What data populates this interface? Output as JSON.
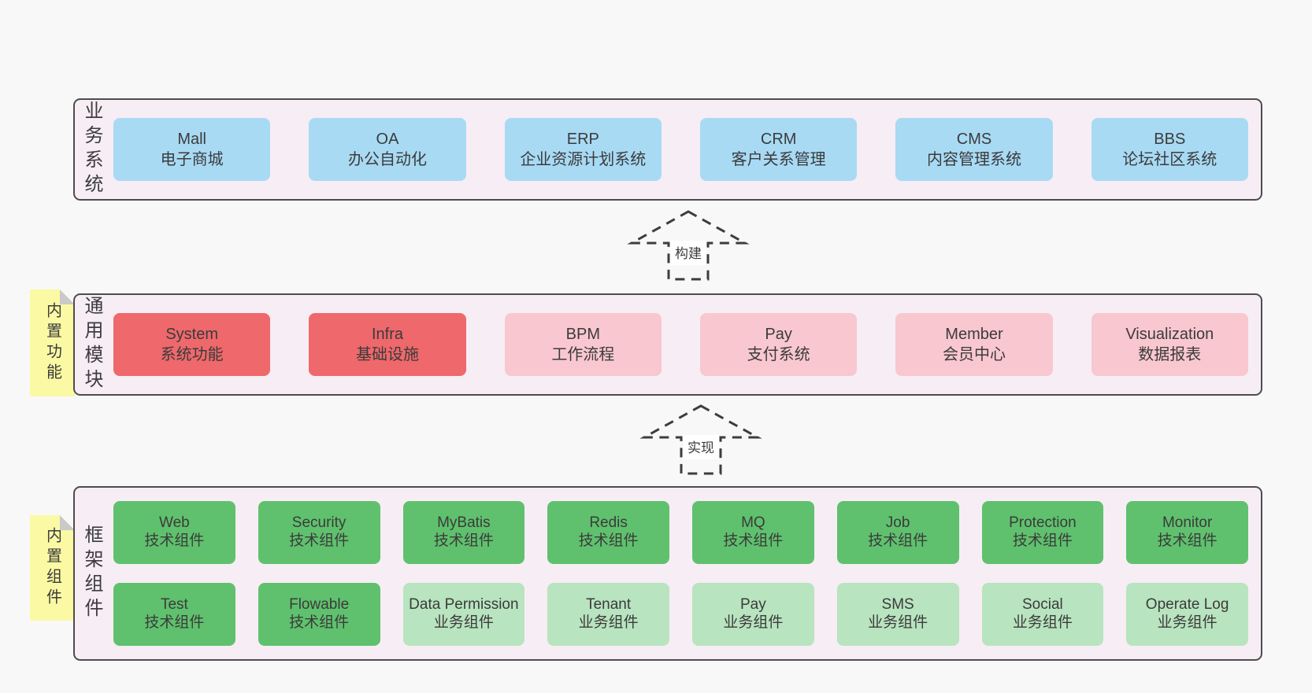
{
  "colors": {
    "page_bg": "#f8f8f8",
    "section_bg": "#f7edf4",
    "section_border": "#4d4d4d",
    "blue": "#a8daf4",
    "red": "#ef686b",
    "pink": "#f9c7cf",
    "green": "#5fc16d",
    "lightgreen": "#b8e4bf",
    "note_yellow": "#fbf9a3",
    "note_fold": "#c9c9c9",
    "text": "#3b3b3b"
  },
  "sections": [
    {
      "label": "业务系统",
      "rows": [
        [
          {
            "en": "Mall",
            "zh": "电子商城",
            "color": "blue"
          },
          {
            "en": "OA",
            "zh": "办公自动化",
            "color": "blue"
          },
          {
            "en": "ERP",
            "zh": "企业资源计划系统",
            "color": "blue"
          },
          {
            "en": "CRM",
            "zh": "客户关系管理",
            "color": "blue"
          },
          {
            "en": "CMS",
            "zh": "内容管理系统",
            "color": "blue"
          },
          {
            "en": "BBS",
            "zh": "论坛社区系统",
            "color": "blue"
          }
        ]
      ]
    },
    {
      "label": "通用模块",
      "rows": [
        [
          {
            "en": "System",
            "zh": "系统功能",
            "color": "red"
          },
          {
            "en": "Infra",
            "zh": "基础设施",
            "color": "red"
          },
          {
            "en": "BPM",
            "zh": "工作流程",
            "color": "pink"
          },
          {
            "en": "Pay",
            "zh": "支付系统",
            "color": "pink"
          },
          {
            "en": "Member",
            "zh": "会员中心",
            "color": "pink"
          },
          {
            "en": "Visualization",
            "zh": "数据报表",
            "color": "pink"
          }
        ]
      ]
    },
    {
      "label": "框架组件",
      "rows": [
        [
          {
            "en": "Web",
            "zh": "技术组件",
            "color": "green"
          },
          {
            "en": "Security",
            "zh": "技术组件",
            "color": "green"
          },
          {
            "en": "MyBatis",
            "zh": "技术组件",
            "color": "green"
          },
          {
            "en": "Redis",
            "zh": "技术组件",
            "color": "green"
          },
          {
            "en": "MQ",
            "zh": "技术组件",
            "color": "green"
          },
          {
            "en": "Job",
            "zh": "技术组件",
            "color": "green"
          },
          {
            "en": "Protection",
            "zh": "技术组件",
            "color": "green"
          },
          {
            "en": "Monitor",
            "zh": "技术组件",
            "color": "green"
          }
        ],
        [
          {
            "en": "Test",
            "zh": "技术组件",
            "color": "green"
          },
          {
            "en": "Flowable",
            "zh": "技术组件",
            "color": "green"
          },
          {
            "en": "Data Permission",
            "zh": "业务组件",
            "color": "lightgreen"
          },
          {
            "en": "Tenant",
            "zh": "业务组件",
            "color": "lightgreen"
          },
          {
            "en": "Pay",
            "zh": "业务组件",
            "color": "lightgreen"
          },
          {
            "en": "SMS",
            "zh": "业务组件",
            "color": "lightgreen"
          },
          {
            "en": "Social",
            "zh": "业务组件",
            "color": "lightgreen"
          },
          {
            "en": "Operate Log",
            "zh": "业务组件",
            "color": "lightgreen"
          }
        ]
      ]
    }
  ],
  "notes": [
    {
      "text": "内置功能"
    },
    {
      "text": "内置组件"
    }
  ],
  "arrows": [
    {
      "label": "构建"
    },
    {
      "label": "实现"
    }
  ]
}
